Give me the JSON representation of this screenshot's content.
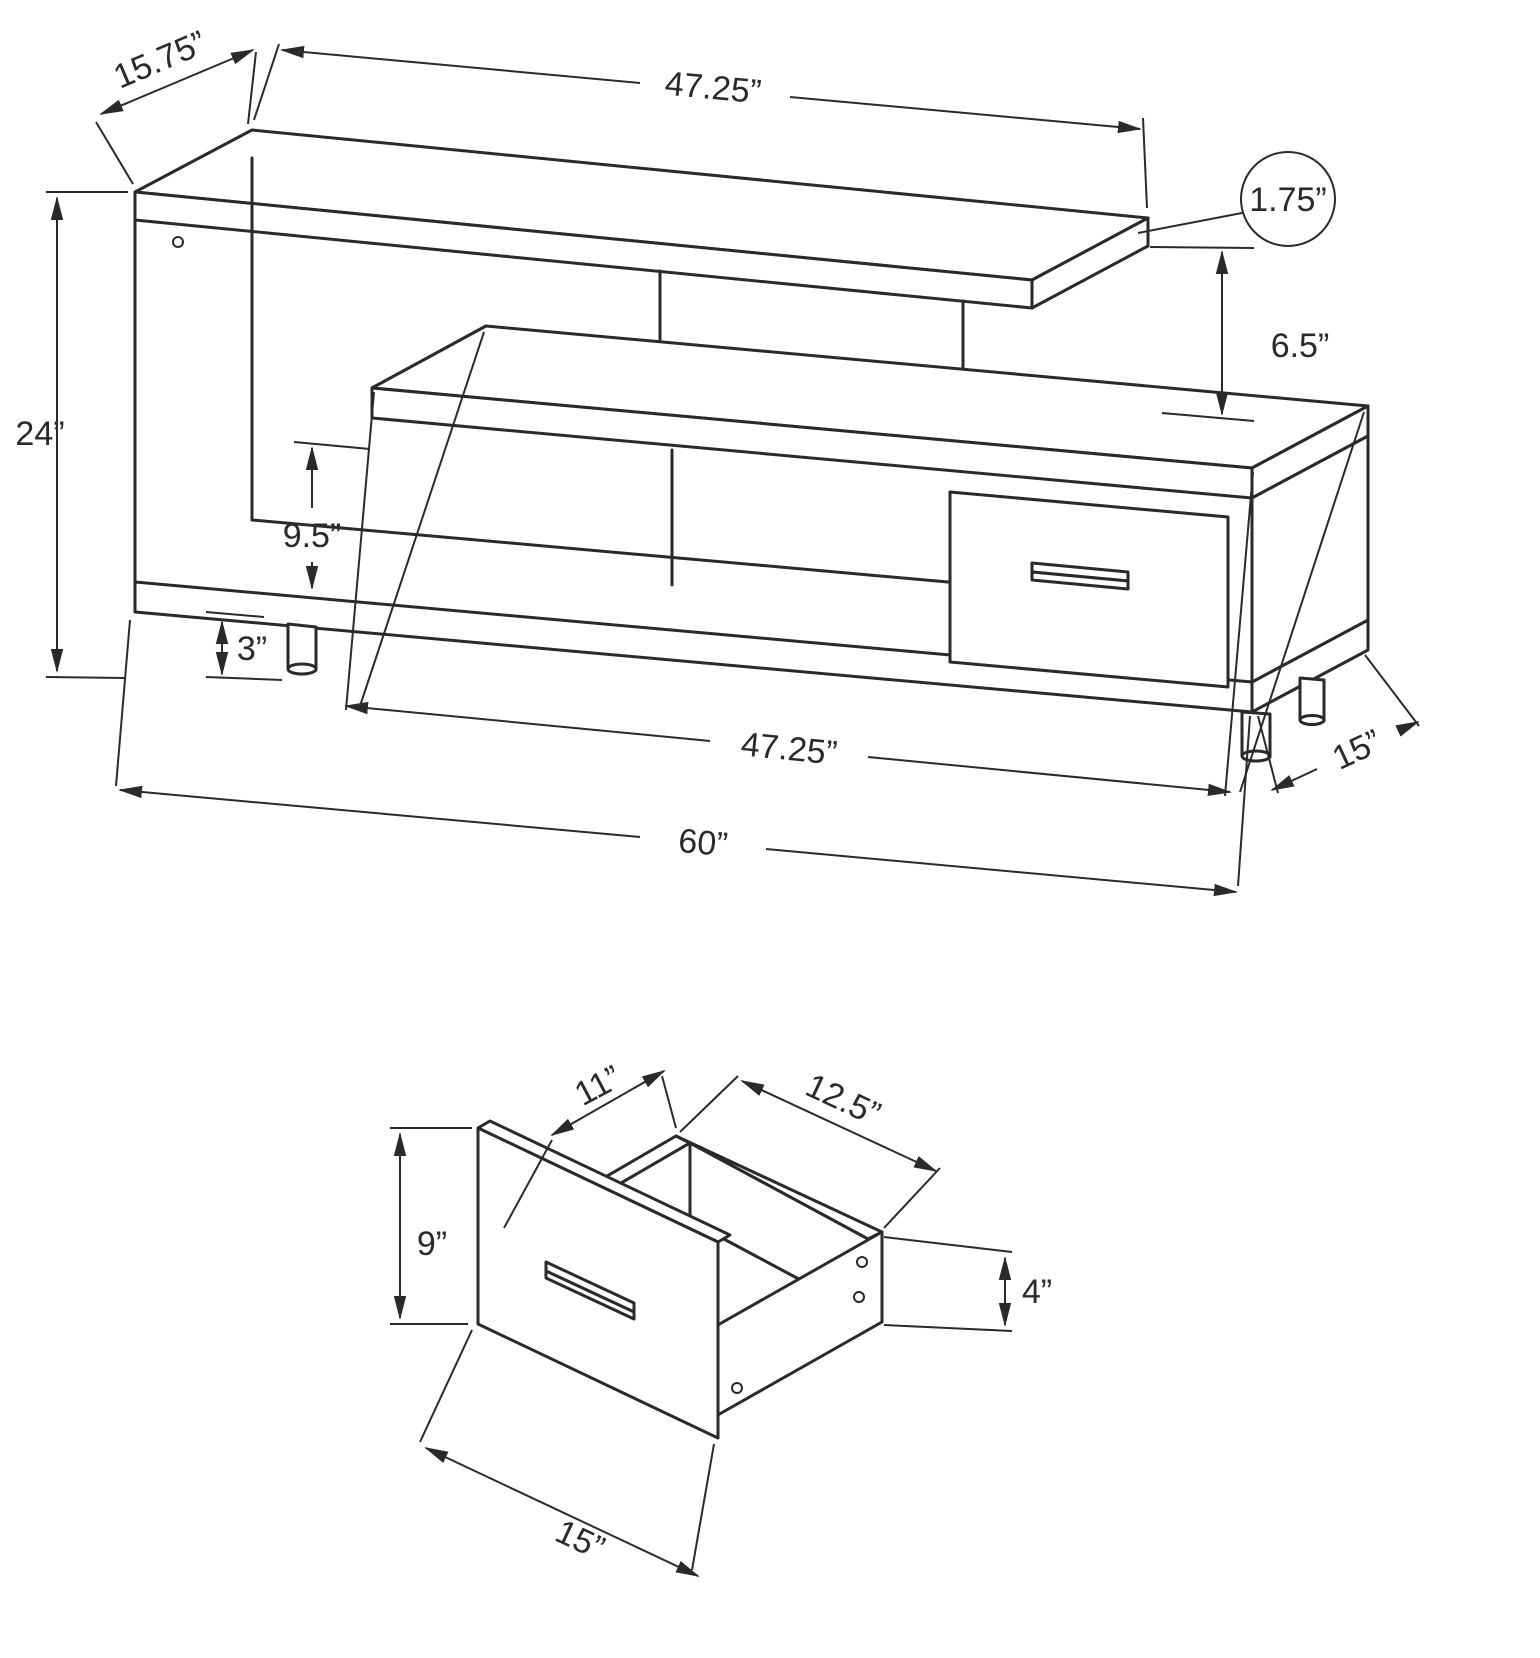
{
  "page": {
    "background": "#ffffff",
    "line_color": "#2b2a29",
    "description": "TV stand dimension diagram with drawer detail"
  },
  "tv_stand_view": {
    "dims": {
      "top_depth": "15.75”",
      "top_width": "47.25”",
      "top_thickness": "1.75”",
      "shelf_gap": "6.5”",
      "overall_height": "24”",
      "opening_height": "9.5”",
      "leg_height": "3”",
      "shelf_width": "47.25”",
      "base_depth": "15”",
      "overall_width": "60”"
    }
  },
  "drawer_view": {
    "dims": {
      "inner_depth": "11”",
      "inner_width": "12.5”",
      "front_height": "9”",
      "side_height": "4”",
      "front_width": "15”"
    }
  }
}
